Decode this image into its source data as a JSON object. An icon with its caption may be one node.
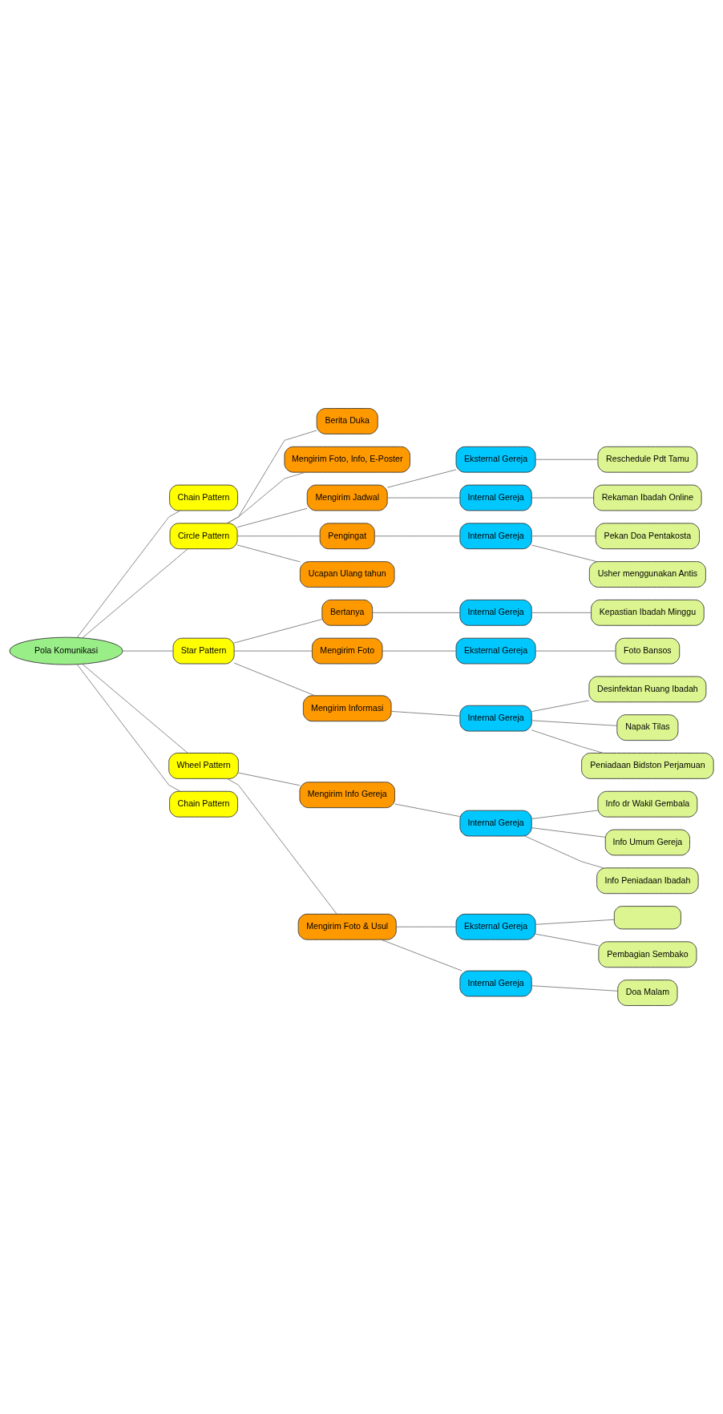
{
  "diagram": {
    "nodes": [
      {
        "text": [
          "Pola Komunikasi"
        ]
      },
      {
        "text": [
          "Chain Pattern"
        ]
      },
      {
        "text": [
          "Wheel Pattern"
        ]
      },
      {
        "text": [
          "Star Pattern"
        ]
      },
      {
        "text": [
          "Circle Pattern"
        ]
      },
      {
        "text": [
          "Chain Pattern"
        ]
      },
      {
        "text": [
          "Mengirim Foto & Usul"
        ]
      },
      {
        "text": [
          "Mengirim Info Gereja"
        ]
      },
      {
        "text": [
          "Mengirim Informasi"
        ]
      },
      {
        "text": [
          "Mengirim Foto"
        ]
      },
      {
        "text": [
          "Bertanya"
        ]
      },
      {
        "text": [
          "Ucapan Ulang tahun"
        ]
      },
      {
        "text": [
          "Pengingat"
        ]
      },
      {
        "text": [
          "Mengirim Jadwal"
        ]
      },
      {
        "text": [
          "Mengirim Foto, Info, E-Poster"
        ]
      },
      {
        "text": [
          "Berita Duka"
        ]
      },
      {
        "text": [
          "Internal Gereja"
        ]
      },
      {
        "text": [
          "Eksternal Gereja"
        ]
      },
      {
        "text": [
          "Internal Gereja"
        ]
      },
      {
        "text": [
          "Internal Gereja"
        ]
      },
      {
        "text": [
          "Eksternal Gereja"
        ]
      },
      {
        "text": [
          "Internal Gereja"
        ]
      },
      {
        "text": [
          "Internal Gereja"
        ]
      },
      {
        "text": [
          "Internal Gereja"
        ]
      },
      {
        "text": [
          "Eksternal Gereja"
        ]
      },
      {
        "text": [
          "Doa Malam"
        ]
      },
      {
        "text": [
          "Pembagian Sembako"
        ]
      },
      {
        "text": [],
        "shape": "box"
      },
      {
        "text": [
          "Info Peniadaan Ibadah"
        ]
      },
      {
        "text": [
          "Info Umum Gereja"
        ]
      },
      {
        "text": [
          "Info dr Wakil Gembala"
        ]
      },
      {
        "text": [
          "Peniadaan Bidston Perjamuan"
        ]
      },
      {
        "text": [
          "Napak Tilas"
        ]
      },
      {
        "text": [
          "Desinfektan Ruang Ibadah"
        ]
      },
      {
        "text": [
          "Foto Bansos"
        ]
      },
      {
        "text": [
          "Kepastian Ibadah Minggu"
        ]
      },
      {
        "text": [
          "Usher menggunakan Antis"
        ]
      },
      {
        "text": [
          "Pekan Doa Pentakosta"
        ]
      },
      {
        "text": [
          "Rekaman Ibadah Online"
        ]
      },
      {
        "text": [
          "Reschedule Pdt Tamu"
        ]
      }
    ],
    "edges": [
      {
        "from": 0,
        "to": 1,
        "arrow": "none"
      },
      {
        "from": 0,
        "to": 2,
        "arrow": "none"
      },
      {
        "from": 0,
        "to": 3,
        "arrow": "none"
      },
      {
        "from": 0,
        "to": 4,
        "arrow": "none"
      },
      {
        "from": 0,
        "to": 5,
        "arrow": "none"
      },
      {
        "from": 2,
        "to": 6,
        "arrow": "none"
      },
      {
        "from": 2,
        "to": 7,
        "arrow": "none"
      },
      {
        "from": 3,
        "to": 8,
        "arrow": "none"
      },
      {
        "from": 3,
        "to": 9,
        "arrow": "none"
      },
      {
        "from": 3,
        "to": 10,
        "arrow": "none"
      },
      {
        "from": 4,
        "to": 11,
        "arrow": "none"
      },
      {
        "from": 4,
        "to": 12,
        "arrow": "none"
      },
      {
        "from": 4,
        "to": 13,
        "arrow": "none"
      },
      {
        "from": 4,
        "to": 14,
        "arrow": "none"
      },
      {
        "from": 4,
        "to": 15,
        "arrow": "none"
      },
      {
        "from": 6,
        "to": 16,
        "arrow": "none"
      },
      {
        "from": 6,
        "to": 17,
        "arrow": "none"
      },
      {
        "from": 7,
        "to": 18,
        "arrow": "none"
      },
      {
        "from": 8,
        "to": 19,
        "arrow": "none"
      },
      {
        "from": 9,
        "to": 20,
        "arrow": "none"
      },
      {
        "from": 10,
        "to": 21,
        "arrow": "none"
      },
      {
        "from": 12,
        "to": 22,
        "arrow": "none"
      },
      {
        "from": 13,
        "to": 23,
        "arrow": "none"
      },
      {
        "from": 13,
        "to": 24,
        "arrow": "none"
      },
      {
        "from": 16,
        "to": 25,
        "arrow": "none"
      },
      {
        "from": 17,
        "to": 26,
        "arrow": "none"
      },
      {
        "from": 17,
        "to": 27,
        "arrow": "none"
      },
      {
        "from": 18,
        "to": 28,
        "arrow": "none"
      },
      {
        "from": 18,
        "to": 29,
        "arrow": "none"
      },
      {
        "from": 18,
        "to": 30,
        "arrow": "none"
      },
      {
        "from": 19,
        "to": 31,
        "arrow": "none"
      },
      {
        "from": 19,
        "to": 32,
        "arrow": "none"
      },
      {
        "from": 19,
        "to": 33,
        "arrow": "none"
      },
      {
        "from": 20,
        "to": 34,
        "arrow": "none"
      },
      {
        "from": 21,
        "to": 35,
        "arrow": "none"
      },
      {
        "from": 22,
        "to": 36,
        "arrow": "none"
      },
      {
        "from": 22,
        "to": 37,
        "arrow": "none"
      },
      {
        "from": 23,
        "to": 38,
        "arrow": "none"
      },
      {
        "from": 24,
        "to": 39,
        "arrow": "none"
      }
    ]
  }
}
